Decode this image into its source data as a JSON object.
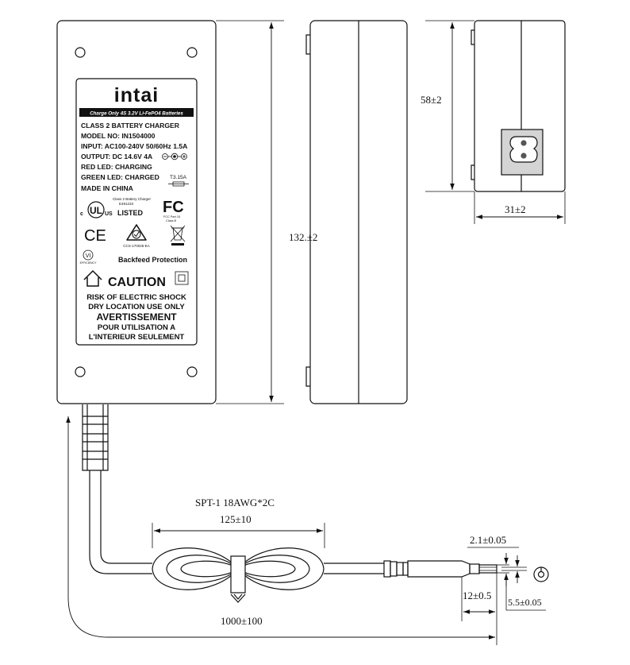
{
  "label": {
    "brand": "intai",
    "banner": "Charge Only 4S 3.2V Li-FePO4 Batteries",
    "lines": [
      "CLASS 2 BATTERY CHARGER",
      "MODEL NO: IN1504000",
      "INPUT: AC100-240V 50/60Hz 1.5A",
      "OUTPUT: DC 14.6V 4A",
      "RED LED: CHARGING",
      "GREEN LED: CHARGED",
      "MADE IN CHINA"
    ],
    "fuse": "T3.15A",
    "ul_small_1": "Class 2 Battery Charger",
    "ul_small_2": "E491233",
    "ul_us": "US",
    "ul_listed": "LISTED",
    "fcc": "FC",
    "fcc_small_1": "FCC Part 15",
    "fcc_small_2": "Class B",
    "ce": "CE",
    "rcm_code": "CCS-170025-EA",
    "efficiency_mark": "VI",
    "efficiency_text": "EFFICIENCY",
    "backfeed": "Backfeed Protection",
    "caution": "CAUTION",
    "warn_1": "RISK OF ELECTRIC SHOCK",
    "warn_2": "DRY LOCATION USE ONLY",
    "avert": "AVERTISSEMENT",
    "warn_3": "POUR UTILISATION A",
    "warn_4": "L'INTERIEUR SEULEMENT"
  },
  "dimensions": {
    "length": "132.±2",
    "height": "58±2",
    "width": "31±2",
    "cable_type": "SPT-1 18AWG*2C",
    "coil": "125±10",
    "cable_length": "1000±100",
    "plug_length": "12±0.5",
    "pin_diameter": "2.1±0.05",
    "barrel_diameter": "5.5±0.05"
  }
}
